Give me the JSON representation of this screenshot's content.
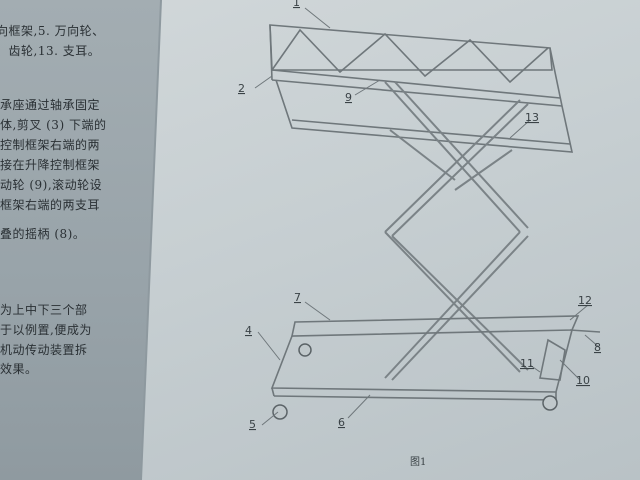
{
  "left_page": {
    "lines": [
      "向框架,5. 万向轮、",
      "、齿轮,13. 支耳。",
      "承座通过轴承固定",
      "体,剪叉 (3) 下端的",
      "控制框架右端的两",
      "接在升降控制框架",
      "动轮 (9),滚动轮设",
      "框架右端的两支耳",
      "叠的摇柄 (8)。",
      "。",
      "为上中下三个部",
      "于以例置,便成为",
      "机动传动装置拆",
      "效果。"
    ]
  },
  "figure": {
    "labels": [
      "1",
      "2",
      "9",
      "13",
      "7",
      "4",
      "12",
      "8",
      "11",
      "10",
      "5",
      "6"
    ],
    "caption": "图1"
  }
}
